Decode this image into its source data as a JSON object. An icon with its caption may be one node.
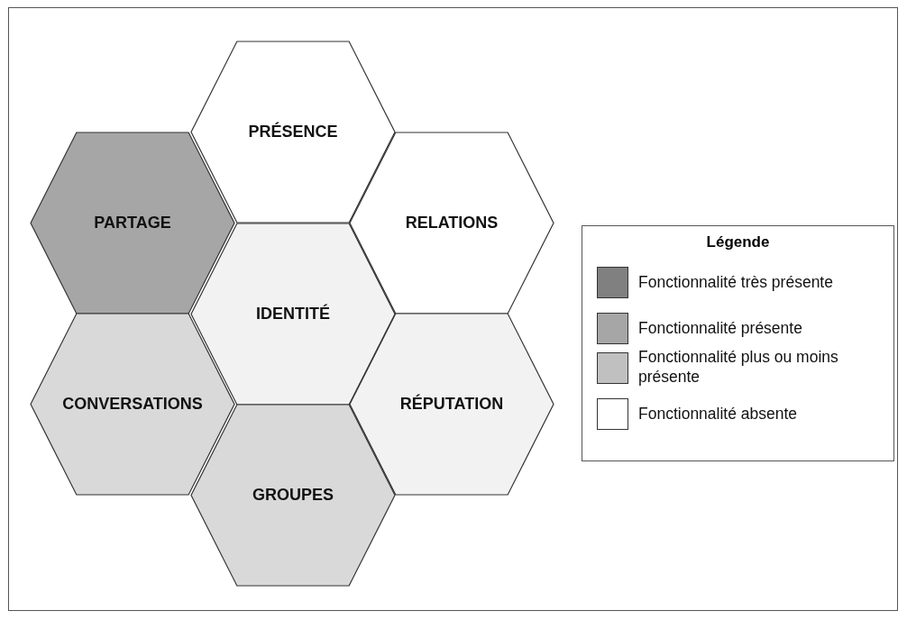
{
  "diagram": {
    "nodes": [
      {
        "text": [
          "PRÉSENCE"
        ]
      },
      {
        "text": [
          "PARTAGE"
        ]
      },
      {
        "text": [
          "RELATIONS"
        ]
      },
      {
        "text": [
          "IDENTITÉ"
        ]
      },
      {
        "text": [
          "CONVERSATIONS"
        ]
      },
      {
        "text": [
          "RÉPUTATION"
        ]
      },
      {
        "text": [
          "GROUPES"
        ]
      }
    ],
    "labels": [
      "Légende"
    ],
    "legend": [
      {
        "text": "Fonctionnalité très présente",
        "color": "#808080"
      },
      {
        "text": "Fonctionnalité présente",
        "color": "#a6a6a6"
      },
      {
        "text": "Fonctionnalité plus ou moins présente",
        "color": "#c0c0c0"
      },
      {
        "text": "Fonctionnalité absente",
        "color": "#ffffff"
      }
    ]
  }
}
